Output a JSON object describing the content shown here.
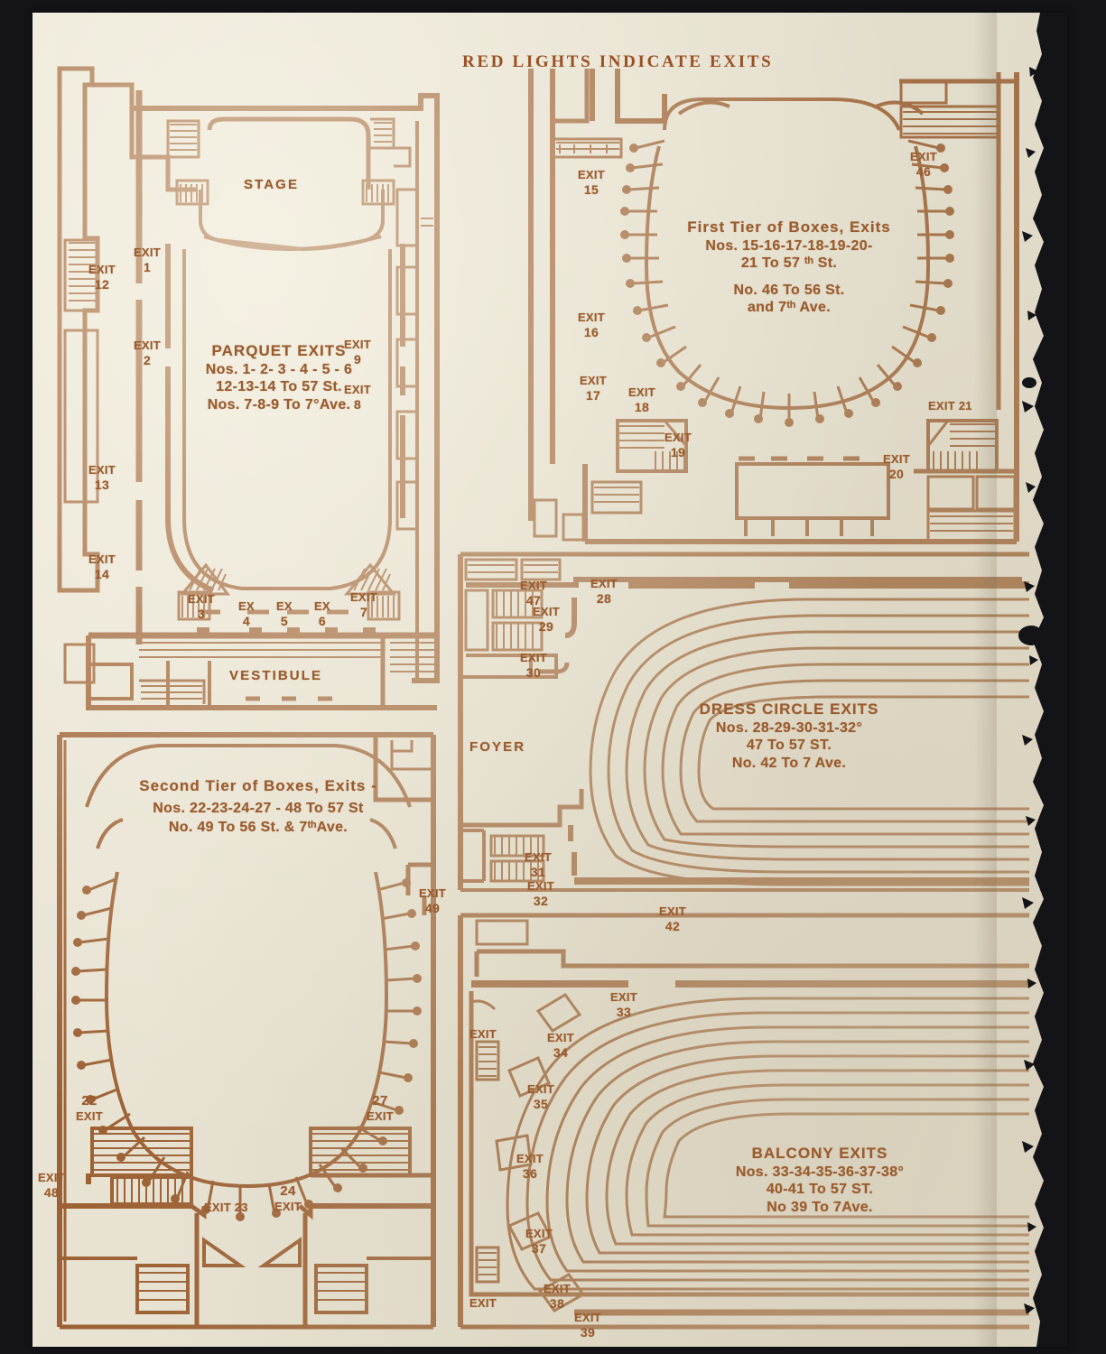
{
  "document": {
    "title": "RED LIGHTS INDICATE EXITS",
    "ink_color": "#9a5b2d",
    "paper_color": "#eae5d6",
    "backdrop_color": "#141317"
  },
  "panels": {
    "parquet": {
      "stage_label": "STAGE",
      "vestibule_label": "VESTIBULE",
      "title": "PARQUET EXITS",
      "lines": [
        "Nos. 1- 2- 3 - 4 - 5 - 6",
        "12-13-14 To 57 St.",
        "Nos. 7-8-9 To 7°Ave."
      ],
      "exits": [
        {
          "label": "EXIT",
          "number": "1"
        },
        {
          "label": "EXIT",
          "number": "2"
        },
        {
          "label": "EXIT",
          "number": "12"
        },
        {
          "label": "EXIT",
          "number": "13"
        },
        {
          "label": "EXIT",
          "number": "14"
        },
        {
          "label": "EXIT",
          "number": "3"
        },
        {
          "label": "EX",
          "number": "4"
        },
        {
          "label": "EX",
          "number": "5"
        },
        {
          "label": "EX",
          "number": "6"
        },
        {
          "label": "EXIT",
          "number": "7"
        },
        {
          "label": "EXIT",
          "number": "9"
        },
        {
          "label": "EXIT",
          "number": "8"
        }
      ]
    },
    "first_tier": {
      "title": "First Tier of Boxes, Exits",
      "lines": [
        "Nos. 15-16-17-18-19-20-",
        "21 To 57 ᵗʰ St.",
        "No. 46 To 56 St.",
        "and 7ᵗʰ Ave."
      ],
      "exits": [
        {
          "label": "EXIT",
          "number": "15"
        },
        {
          "label": "EXIT",
          "number": "16"
        },
        {
          "label": "EXIT",
          "number": "17"
        },
        {
          "label": "EXIT",
          "number": "18"
        },
        {
          "label": "EXIT",
          "number": "19"
        },
        {
          "label": "EXIT",
          "number": "46"
        },
        {
          "label": "EXIT",
          "number": "21"
        },
        {
          "label": "EXIT",
          "number": "20"
        }
      ]
    },
    "second_tier": {
      "title": "Second Tier of Boxes, Exits -",
      "lines": [
        "Nos. 22-23-24-27 - 48 To 57 St",
        "No. 49 To 56 St. & 7ᵗʰAve."
      ],
      "exits": [
        {
          "label": "EXIT",
          "number": "49"
        },
        {
          "label": "EXIT",
          "number": "22"
        },
        {
          "label": "EXIT",
          "number": "27"
        },
        {
          "label": "EXIT",
          "number": "48"
        },
        {
          "label": "EXIT 23",
          "number": ""
        },
        {
          "label": "EXIT",
          "number": "24"
        }
      ]
    },
    "dress_circle": {
      "foyer_label": "FOYER",
      "title": "DRESS CIRCLE EXITS",
      "lines": [
        "Nos. 28-29-30-31-32°",
        "47 To 57 ST.",
        "No. 42 To 7 Ave."
      ],
      "exits": [
        {
          "label": "EXIT",
          "number": "47"
        },
        {
          "label": "EXIT",
          "number": "28"
        },
        {
          "label": "EXIT",
          "number": "29"
        },
        {
          "label": "EXIT",
          "number": "30"
        },
        {
          "label": "EXIT",
          "number": "31"
        },
        {
          "label": "EXIT",
          "number": "32"
        },
        {
          "label": "EXIT",
          "number": "42"
        }
      ]
    },
    "balcony": {
      "title": "BALCONY EXITS",
      "lines": [
        "Nos. 33-34-35-36-37-38°",
        "40-41 To 57 ST.",
        "No 39 To 7Ave."
      ],
      "exits": [
        {
          "label": "EXIT",
          "number": "33"
        },
        {
          "label": "EXIT",
          "number": "34"
        },
        {
          "label": "EXIT",
          "number": "35"
        },
        {
          "label": "EXIT",
          "number": "36"
        },
        {
          "label": "EXIT",
          "number": "37"
        },
        {
          "label": "EXIT",
          "number": "38"
        },
        {
          "label": "EXIT",
          "number": "39"
        },
        {
          "label": "EXIT",
          "number": ""
        },
        {
          "label": "EXIT",
          "number": ""
        }
      ]
    }
  }
}
